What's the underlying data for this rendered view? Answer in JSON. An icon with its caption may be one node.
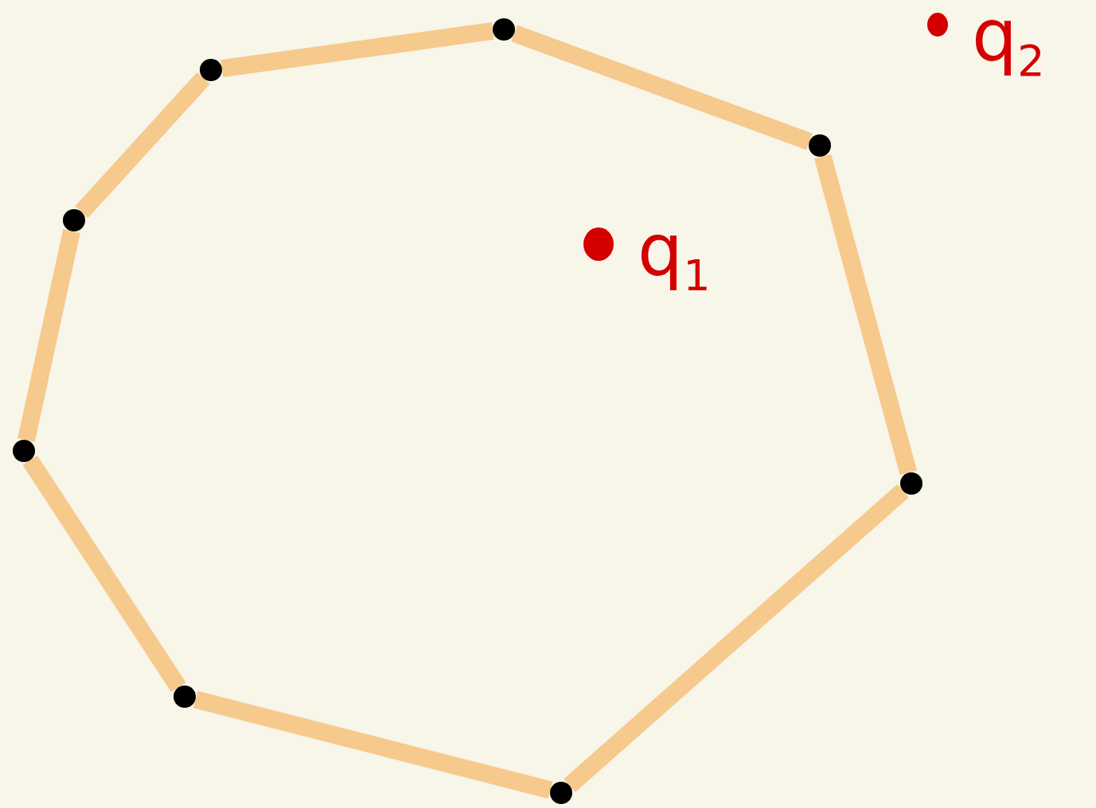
{
  "diagram": {
    "nodes": [
      {
        "text": [],
        "shape": "circle"
      },
      {
        "text": [],
        "shape": "circle"
      },
      {
        "text": [],
        "shape": "circle"
      },
      {
        "text": [],
        "shape": "circle"
      },
      {
        "text": [],
        "shape": "circle"
      },
      {
        "text": [],
        "shape": "circle"
      },
      {
        "text": [],
        "shape": "circle"
      },
      {
        "text": [],
        "shape": "circle"
      }
    ],
    "edges": [
      {
        "from": 0,
        "to": 2,
        "arrow": "none"
      },
      {
        "from": 2,
        "to": 5,
        "arrow": "none"
      },
      {
        "from": 5,
        "to": 7,
        "arrow": "none"
      },
      {
        "from": 7,
        "to": 6,
        "arrow": "none"
      },
      {
        "from": 6,
        "to": 4,
        "arrow": "none"
      },
      {
        "from": 4,
        "to": 3,
        "arrow": "none"
      },
      {
        "from": 3,
        "to": 1,
        "arrow": "none"
      },
      {
        "from": 1,
        "to": 0,
        "arrow": "none"
      }
    ],
    "labels": [
      "q$_{2}$",
      "q$_{1}$"
    ]
  }
}
